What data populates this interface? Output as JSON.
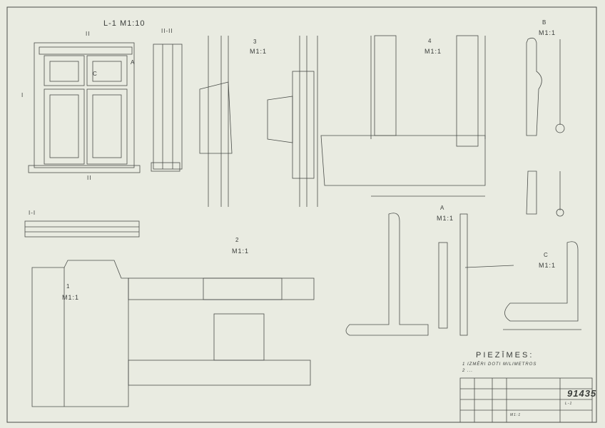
{
  "views": {
    "elevation_title": "L-1 M1:10",
    "section_ii": "II-II",
    "section_i": "I-I",
    "marker_ii": "II",
    "marker_i": "I",
    "detail_1": "1",
    "detail_2": "2",
    "detail_3": "3",
    "detail_4": "4",
    "detail_a": "A",
    "detail_b": "B",
    "detail_c": "C",
    "scale_1_1": "M1:1",
    "elev_label_a": "A",
    "elev_label_c": "C"
  },
  "notes": {
    "heading": "PIEZĪMES:",
    "line1": "1 IZMĒRI DOTI MILIMETROS",
    "line2": "2 ..."
  },
  "title_block": {
    "number": "91435",
    "sheet": "L-1",
    "scale": "M1:1"
  },
  "colors": {
    "paper": "#e9ebe1",
    "ink": "#3a3d3a"
  }
}
